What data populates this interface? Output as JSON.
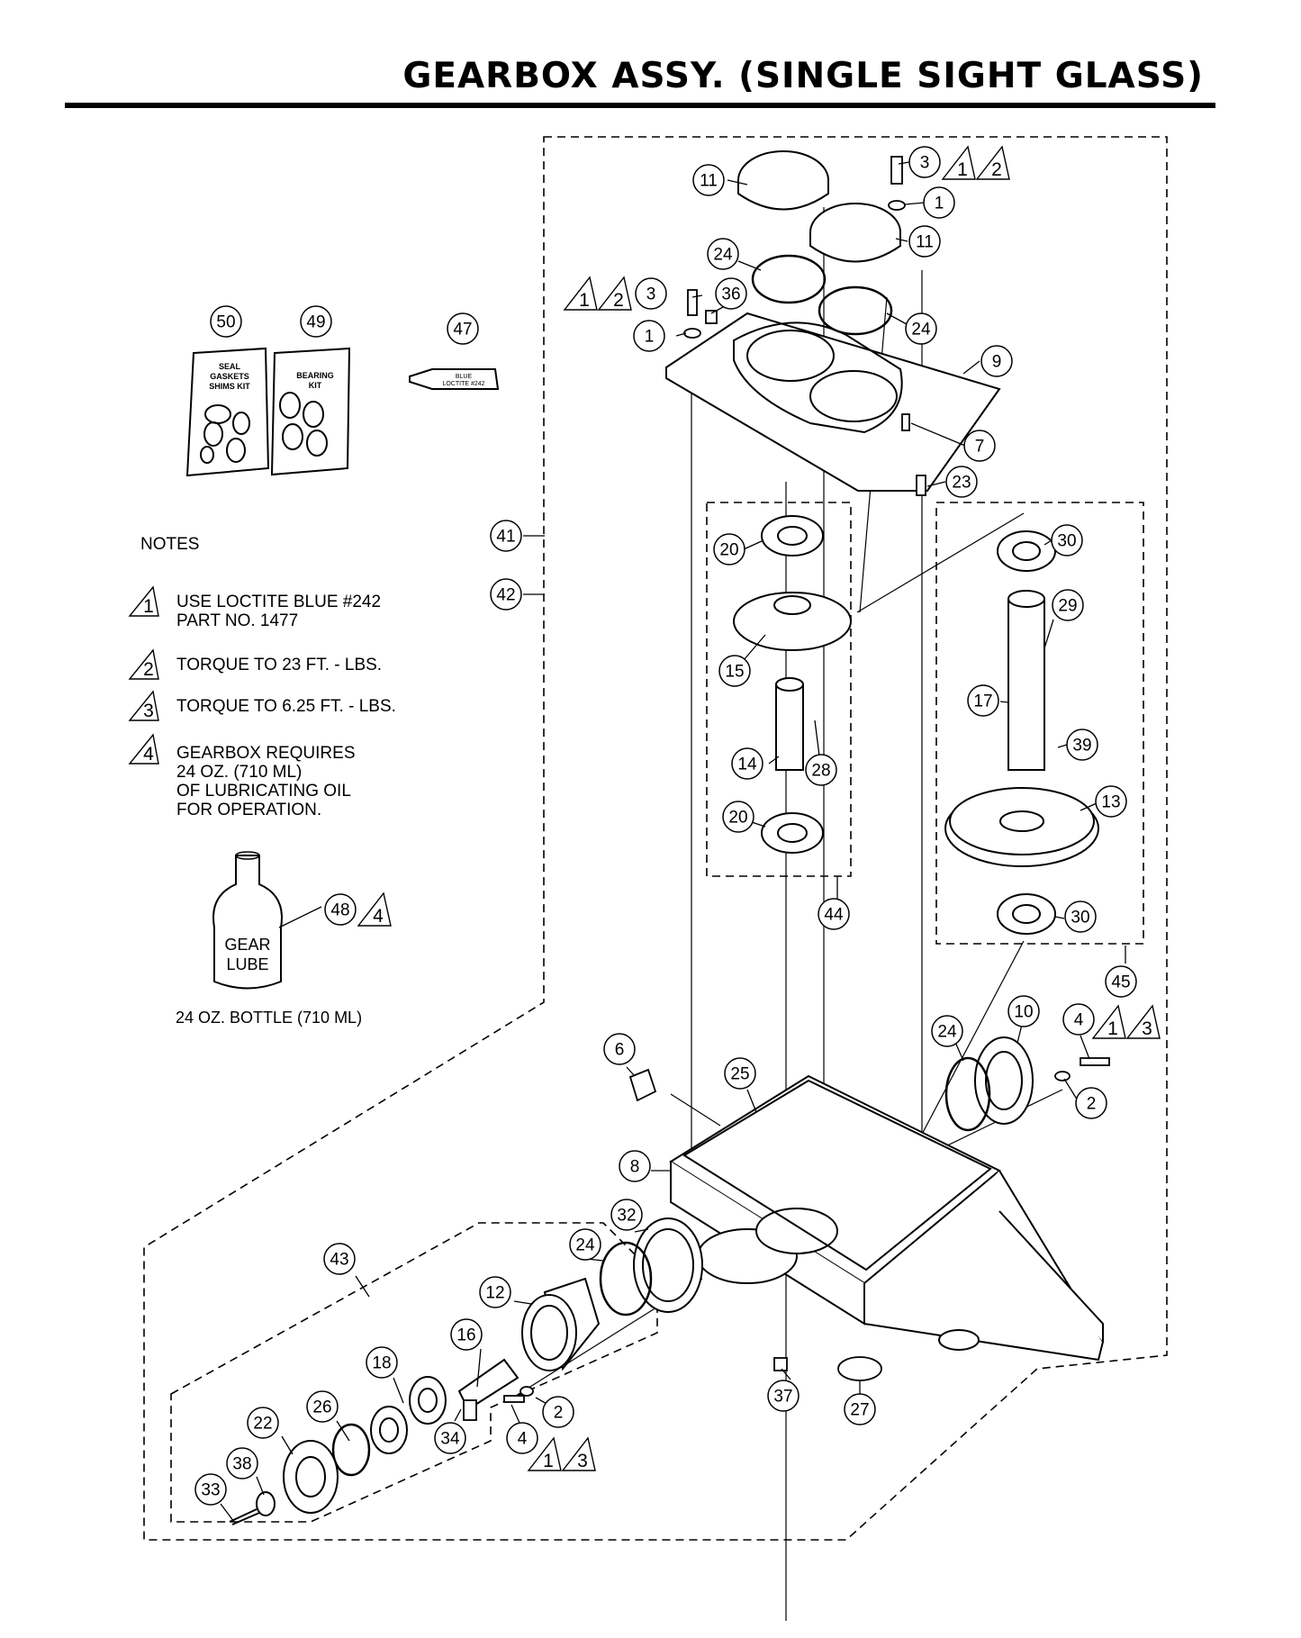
{
  "title": "GEARBOX ASSY. (SINGLE SIGHT GLASS)",
  "notes_heading": "NOTES",
  "notes": [
    {
      "num": "1",
      "text": "USE LOCTITE BLUE #242\nPART NO. 1477"
    },
    {
      "num": "2",
      "text": "TORQUE TO 23 FT. - LBS."
    },
    {
      "num": "3",
      "text": "TORQUE TO 6.25 FT. - LBS."
    },
    {
      "num": "4",
      "text": "GEARBOX REQUIRES\n24 OZ. (710 ML)\nOF LUBRICATING OIL\nFOR OPERATION."
    }
  ],
  "kits": {
    "seal_kit": "SEAL\nGASKETS\nSHIMS KIT",
    "bearing_kit": "BEARING\nKIT",
    "loctite_tube": "BLUE\nLOCTITE #242"
  },
  "bottle": {
    "label": "GEAR\nLUBE",
    "caption": "24 OZ. BOTTLE (710 ML)"
  },
  "callouts": [
    {
      "id": "c11a",
      "label": "11"
    },
    {
      "id": "c3a",
      "label": "3"
    },
    {
      "id": "c1a",
      "label": "1"
    },
    {
      "id": "c11b",
      "label": "11"
    },
    {
      "id": "c24a",
      "label": "24"
    },
    {
      "id": "c3b",
      "label": "3"
    },
    {
      "id": "c36",
      "label": "36"
    },
    {
      "id": "c1b",
      "label": "1"
    },
    {
      "id": "c24b",
      "label": "24"
    },
    {
      "id": "c9",
      "label": "9"
    },
    {
      "id": "c7",
      "label": "7"
    },
    {
      "id": "c23",
      "label": "23"
    },
    {
      "id": "c50",
      "label": "50"
    },
    {
      "id": "c49",
      "label": "49"
    },
    {
      "id": "c47",
      "label": "47"
    },
    {
      "id": "c41",
      "label": "41"
    },
    {
      "id": "c42",
      "label": "42"
    },
    {
      "id": "c20a",
      "label": "20"
    },
    {
      "id": "c30a",
      "label": "30"
    },
    {
      "id": "c29",
      "label": "29"
    },
    {
      "id": "c15",
      "label": "15"
    },
    {
      "id": "c17",
      "label": "17"
    },
    {
      "id": "c14",
      "label": "14"
    },
    {
      "id": "c28",
      "label": "28"
    },
    {
      "id": "c39",
      "label": "39"
    },
    {
      "id": "c20b",
      "label": "20"
    },
    {
      "id": "c13",
      "label": "13"
    },
    {
      "id": "c48",
      "label": "48"
    },
    {
      "id": "c44",
      "label": "44"
    },
    {
      "id": "c30b",
      "label": "30"
    },
    {
      "id": "c45",
      "label": "45"
    },
    {
      "id": "c10",
      "label": "10"
    },
    {
      "id": "c4a",
      "label": "4"
    },
    {
      "id": "c24c",
      "label": "24"
    },
    {
      "id": "c6",
      "label": "6"
    },
    {
      "id": "c25",
      "label": "25"
    },
    {
      "id": "c2a",
      "label": "2"
    },
    {
      "id": "c8",
      "label": "8"
    },
    {
      "id": "c32",
      "label": "32"
    },
    {
      "id": "c24d",
      "label": "24"
    },
    {
      "id": "c43",
      "label": "43"
    },
    {
      "id": "c12",
      "label": "12"
    },
    {
      "id": "c16",
      "label": "16"
    },
    {
      "id": "c18",
      "label": "18"
    },
    {
      "id": "c26",
      "label": "26"
    },
    {
      "id": "c22",
      "label": "22"
    },
    {
      "id": "c2b",
      "label": "2"
    },
    {
      "id": "c37",
      "label": "37"
    },
    {
      "id": "c27",
      "label": "27"
    },
    {
      "id": "c34",
      "label": "34"
    },
    {
      "id": "c4b",
      "label": "4"
    },
    {
      "id": "c38",
      "label": "38"
    },
    {
      "id": "c33",
      "label": "33"
    }
  ],
  "note_refs": [
    {
      "id": "t1a",
      "label": "1"
    },
    {
      "id": "t2a",
      "label": "2"
    },
    {
      "id": "t1b",
      "label": "1"
    },
    {
      "id": "t2b",
      "label": "2"
    },
    {
      "id": "t4c",
      "label": "4"
    },
    {
      "id": "t1d",
      "label": "1"
    },
    {
      "id": "t3d",
      "label": "3"
    },
    {
      "id": "t1e",
      "label": "1"
    },
    {
      "id": "t3e",
      "label": "3"
    }
  ]
}
